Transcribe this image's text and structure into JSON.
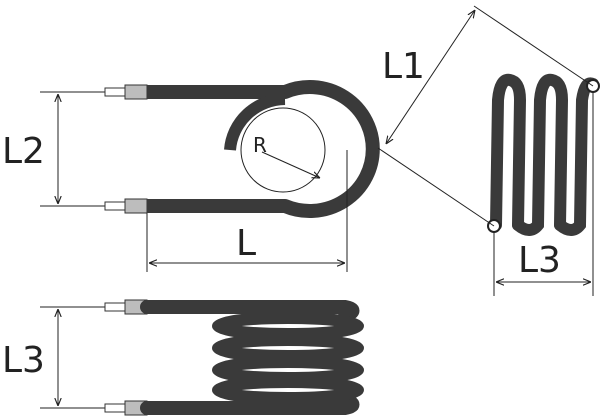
{
  "labels": {
    "L": "L",
    "L1": "L1",
    "L2": "L2",
    "L3_side": "L3",
    "L3_front": "L3",
    "R": "R"
  },
  "colors": {
    "tube": "#3a3a3a",
    "tube_light": "#4a4a4a",
    "line": "#222222",
    "terminal": "#9a9a9a",
    "background": "#ffffff"
  }
}
